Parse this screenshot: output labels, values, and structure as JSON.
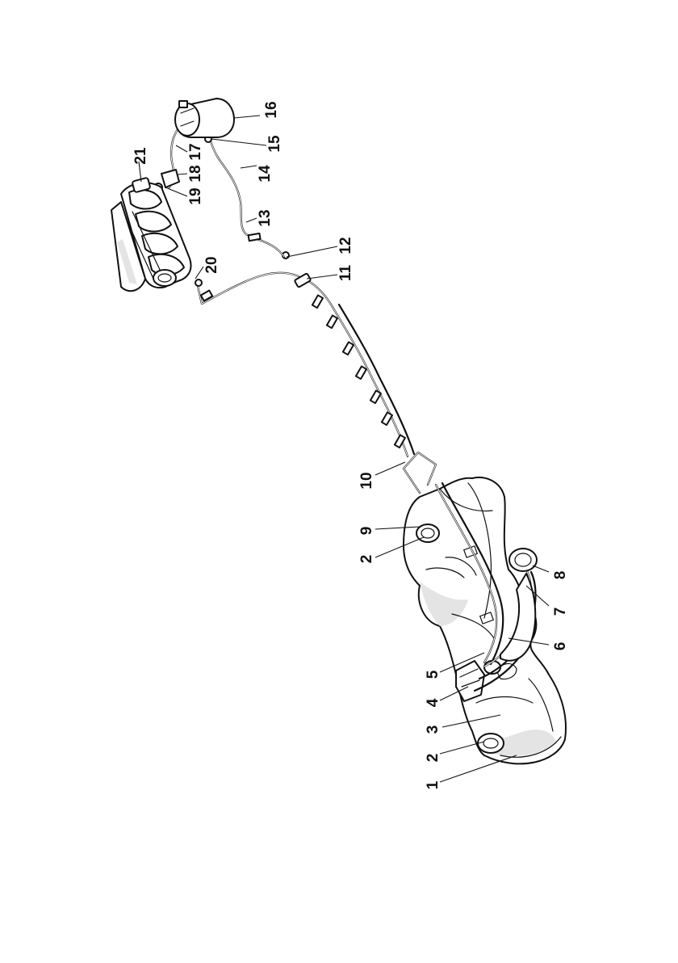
{
  "callouts": [
    {
      "id": "c1",
      "label": "1"
    },
    {
      "id": "c2a",
      "label": "2"
    },
    {
      "id": "c3",
      "label": "3"
    },
    {
      "id": "c4",
      "label": "4"
    },
    {
      "id": "c5",
      "label": "5"
    },
    {
      "id": "c6",
      "label": "6"
    },
    {
      "id": "c7",
      "label": "7"
    },
    {
      "id": "c8",
      "label": "8"
    },
    {
      "id": "c2b",
      "label": "2"
    },
    {
      "id": "c9",
      "label": "9"
    },
    {
      "id": "c10",
      "label": "10"
    },
    {
      "id": "c11",
      "label": "11"
    },
    {
      "id": "c12",
      "label": "12"
    },
    {
      "id": "c13",
      "label": "13"
    },
    {
      "id": "c14",
      "label": "14"
    },
    {
      "id": "c15",
      "label": "15"
    },
    {
      "id": "c16",
      "label": "16"
    },
    {
      "id": "c17",
      "label": "17"
    },
    {
      "id": "c18",
      "label": "18"
    },
    {
      "id": "c19",
      "label": "19"
    },
    {
      "id": "c20",
      "label": "20"
    },
    {
      "id": "c21",
      "label": "21"
    }
  ]
}
